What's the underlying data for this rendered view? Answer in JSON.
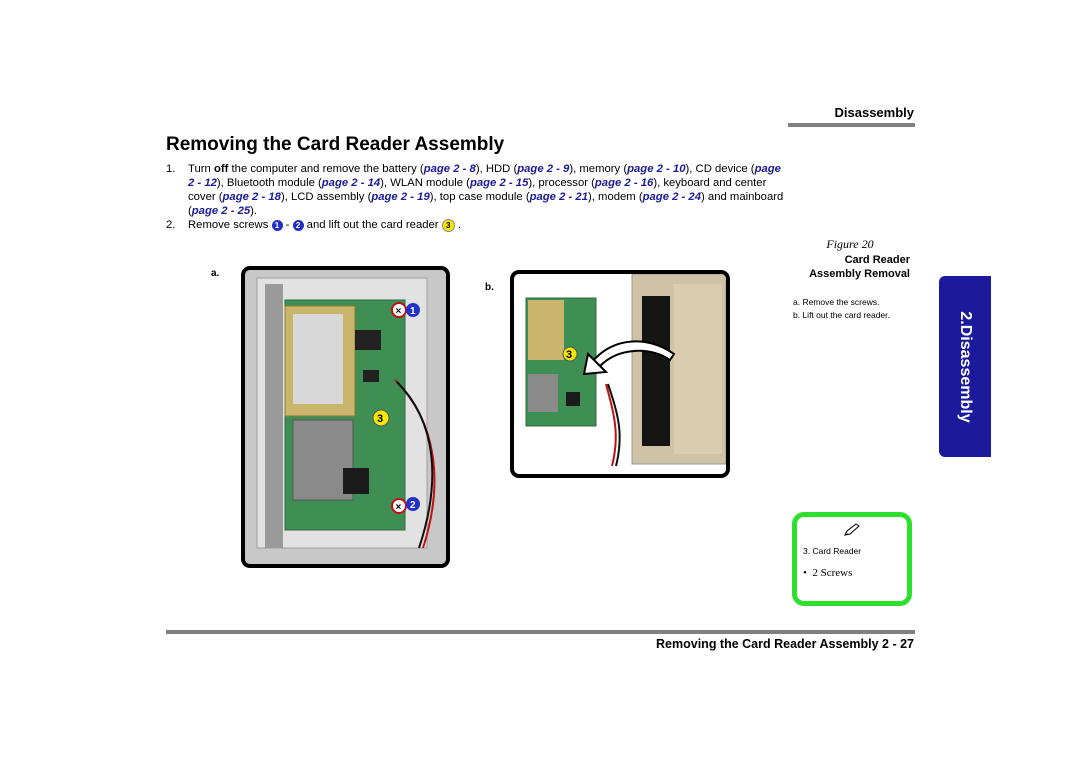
{
  "header": {
    "section": "Disassembly"
  },
  "title": "Removing the Card Reader Assembly",
  "steps": [
    {
      "num": "1.",
      "parts": [
        {
          "t": "Turn "
        },
        {
          "t": "off",
          "b": true
        },
        {
          "t": " the computer and remove the battery ("
        },
        {
          "t": "page 2 - 8",
          "link": true
        },
        {
          "t": "), HDD ("
        },
        {
          "t": "page 2 - 9",
          "link": true
        },
        {
          "t": "), memory ("
        },
        {
          "t": "page 2 - 10",
          "link": true
        },
        {
          "t": "), CD device ("
        },
        {
          "t": "page 2 - 12",
          "link": true
        },
        {
          "t": "), Bluetooth module ("
        },
        {
          "t": "page 2 - 14",
          "link": true
        },
        {
          "t": "), WLAN module ("
        },
        {
          "t": "page 2 - 15",
          "link": true
        },
        {
          "t": "), processor ("
        },
        {
          "t": "page 2 - 16",
          "link": true
        },
        {
          "t": "), keyboard and center cover ("
        },
        {
          "t": "page 2 - 18",
          "link": true
        },
        {
          "t": "), LCD assembly ("
        },
        {
          "t": "page 2 - 19",
          "link": true
        },
        {
          "t": "), top case module ("
        },
        {
          "t": "page 2 - 21",
          "link": true
        },
        {
          "t": "), modem ("
        },
        {
          "t": "page 2 - 24",
          "link": true
        },
        {
          "t": ") and mainboard ("
        },
        {
          "t": "page 2 - 25",
          "link": true
        },
        {
          "t": ")."
        }
      ]
    },
    {
      "num": "2.",
      "parts": [
        {
          "t": "Remove screws "
        },
        {
          "t": "1",
          "circle": "blue"
        },
        {
          "t": " - "
        },
        {
          "t": "2",
          "circle": "blue"
        },
        {
          "t": " and lift out the card reader "
        },
        {
          "t": "3",
          "circle": "yellow"
        },
        {
          "t": " ."
        }
      ]
    }
  ],
  "photo_a": {
    "label": "a.",
    "markers": [
      "1",
      "2",
      "3"
    ]
  },
  "photo_b": {
    "label": "b.",
    "markers": [
      "3"
    ]
  },
  "figure": {
    "number": "Figure 20",
    "caption_line1": "Card Reader",
    "caption_line2": "Assembly Removal",
    "note_a": "a. Remove the screws.",
    "note_b": "b. Lift out the card reader."
  },
  "side_tab": {
    "label": "2.Disassembly",
    "color": "#1a1a9a"
  },
  "note_box": {
    "item1": "3.  Card Reader",
    "item2": "2 Screws",
    "border_color": "#2ee02e"
  },
  "footer": {
    "text": "Removing the Card Reader Assembly  2  -  27"
  }
}
